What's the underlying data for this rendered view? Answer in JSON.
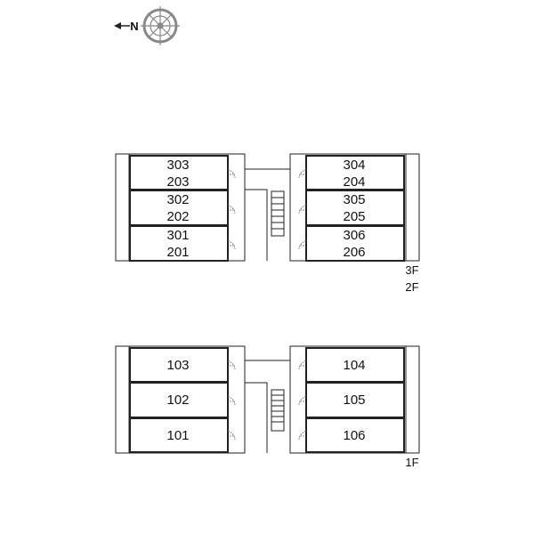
{
  "compass": {
    "north_label": "N",
    "icon": "compass-rose-icon"
  },
  "upper_block": {
    "floor_labels": [
      "3F",
      "2F"
    ],
    "left_units": [
      {
        "top": "303",
        "bottom": "203"
      },
      {
        "top": "302",
        "bottom": "202"
      },
      {
        "top": "301",
        "bottom": "201"
      }
    ],
    "right_units": [
      {
        "top": "304",
        "bottom": "204"
      },
      {
        "top": "305",
        "bottom": "205"
      },
      {
        "top": "306",
        "bottom": "206"
      }
    ]
  },
  "lower_block": {
    "floor_labels": [
      "1F"
    ],
    "left_units": [
      "103",
      "102",
      "101"
    ],
    "right_units": [
      "104",
      "105",
      "106"
    ]
  },
  "colors": {
    "line": "#222222",
    "wall": "#333333",
    "compass": "#888888"
  }
}
